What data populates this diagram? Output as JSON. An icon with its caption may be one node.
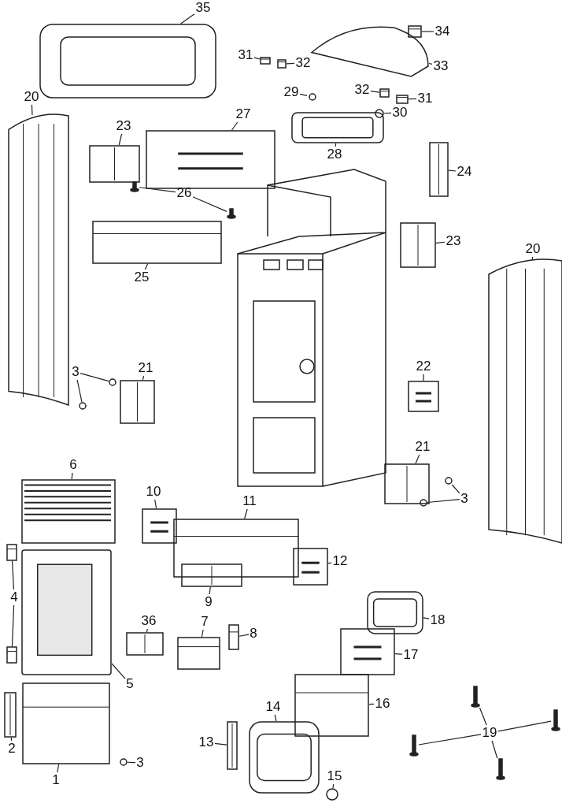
{
  "diagram": {
    "nodes": [
      {
        "text": [
          "35"
        ]
      },
      {
        "text": [],
        "shape": "picture"
      },
      {
        "text": [
          "34"
        ]
      },
      {
        "text": [],
        "shape": "picture"
      },
      {
        "text": [
          "31"
        ]
      },
      {
        "text": [],
        "shape": "picture"
      },
      {
        "text": [
          "32"
        ]
      },
      {
        "text": [],
        "shape": "picture"
      },
      {
        "text": [
          "33"
        ]
      },
      {
        "text": [],
        "shape": "picture"
      },
      {
        "text": [
          "29"
        ]
      },
      {
        "text": [],
        "shape": "circle"
      },
      {
        "text": [
          "32"
        ]
      },
      {
        "text": [],
        "shape": "picture"
      },
      {
        "text": [
          "31"
        ]
      },
      {
        "text": [],
        "shape": "picture"
      },
      {
        "text": [
          "30"
        ]
      },
      {
        "text": [],
        "shape": "circle"
      },
      {
        "text": [
          "20"
        ]
      },
      {
        "text": [],
        "shape": "picture"
      },
      {
        "text": [
          "23"
        ]
      },
      {
        "text": [],
        "shape": "picture"
      },
      {
        "text": [
          "27"
        ]
      },
      {
        "text": [],
        "shape": "picture"
      },
      {
        "text": [
          "28"
        ]
      },
      {
        "text": [],
        "shape": "picture"
      },
      {
        "text": [
          "24"
        ]
      },
      {
        "text": [],
        "shape": "picture"
      },
      {
        "text": [
          "26"
        ]
      },
      {
        "text": [],
        "shape": "picture"
      },
      {
        "text": [],
        "shape": "picture"
      },
      {
        "text": [
          "25"
        ]
      },
      {
        "text": [],
        "shape": "picture"
      },
      {
        "text": [
          "23"
        ]
      },
      {
        "text": [],
        "shape": "picture"
      },
      {
        "text": [
          "20"
        ]
      },
      {
        "text": [],
        "shape": "picture"
      },
      {
        "text": [
          "3"
        ]
      },
      {
        "text": [],
        "shape": "circle"
      },
      {
        "text": [],
        "shape": "circle"
      },
      {
        "text": [
          "21"
        ]
      },
      {
        "text": [],
        "shape": "picture"
      },
      {
        "text": [
          "22"
        ]
      },
      {
        "text": [],
        "shape": "picture"
      },
      {
        "text": [
          "6"
        ]
      },
      {
        "text": [],
        "shape": "picture"
      },
      {
        "text": [
          "21"
        ]
      },
      {
        "text": [],
        "shape": "picture"
      },
      {
        "text": [
          "3"
        ]
      },
      {
        "text": [],
        "shape": "circle"
      },
      {
        "text": [],
        "shape": "circle"
      },
      {
        "text": [
          "10"
        ]
      },
      {
        "text": [],
        "shape": "picture"
      },
      {
        "text": [
          "11"
        ]
      },
      {
        "text": [],
        "shape": "picture"
      },
      {
        "text": [
          "4"
        ]
      },
      {
        "text": [],
        "shape": "picture"
      },
      {
        "text": [],
        "shape": "picture"
      },
      {
        "text": [
          "12"
        ]
      },
      {
        "text": [],
        "shape": "picture"
      },
      {
        "text": [
          "9"
        ]
      },
      {
        "text": [],
        "shape": "picture"
      },
      {
        "text": [
          "18"
        ]
      },
      {
        "text": [],
        "shape": "picture"
      },
      {
        "text": [
          "36"
        ]
      },
      {
        "text": [],
        "shape": "picture"
      },
      {
        "text": [
          "7"
        ]
      },
      {
        "text": [],
        "shape": "picture"
      },
      {
        "text": [
          "8"
        ]
      },
      {
        "text": [],
        "shape": "picture"
      },
      {
        "text": [
          "5"
        ]
      },
      {
        "text": [],
        "shape": "picture"
      },
      {
        "text": [
          "17"
        ]
      },
      {
        "text": [],
        "shape": "picture"
      },
      {
        "text": [
          "16"
        ]
      },
      {
        "text": [],
        "shape": "picture"
      },
      {
        "text": [
          "2"
        ]
      },
      {
        "text": [],
        "shape": "picture"
      },
      {
        "text": [
          "14"
        ]
      },
      {
        "text": [],
        "shape": "picture"
      },
      {
        "text": [
          "13"
        ]
      },
      {
        "text": [],
        "shape": "picture"
      },
      {
        "text": [
          "19"
        ]
      },
      {
        "text": [],
        "shape": "picture"
      },
      {
        "text": [],
        "shape": "picture"
      },
      {
        "text": [],
        "shape": "picture"
      },
      {
        "text": [],
        "shape": "picture"
      },
      {
        "text": [
          "3"
        ]
      },
      {
        "text": [],
        "shape": "circle"
      },
      {
        "text": [
          "1"
        ]
      },
      {
        "text": [],
        "shape": "picture"
      },
      {
        "text": [
          "15"
        ]
      },
      {
        "text": [],
        "shape": "circle"
      }
    ],
    "edges": [
      {
        "from": 0,
        "to": 1,
        "arrow": "none"
      },
      {
        "from": 2,
        "to": 3,
        "arrow": "none"
      },
      {
        "from": 4,
        "to": 5,
        "arrow": "none"
      },
      {
        "from": 6,
        "to": 7,
        "arrow": "none"
      },
      {
        "from": 8,
        "to": 9,
        "arrow": "none"
      },
      {
        "from": 10,
        "to": 11,
        "arrow": "none"
      },
      {
        "from": 12,
        "to": 13,
        "arrow": "none"
      },
      {
        "from": 14,
        "to": 15,
        "arrow": "none"
      },
      {
        "from": 16,
        "to": 17,
        "arrow": "none"
      },
      {
        "from": 18,
        "to": 19,
        "arrow": "none"
      },
      {
        "from": 20,
        "to": 21,
        "arrow": "none"
      },
      {
        "from": 22,
        "to": 23,
        "arrow": "none"
      },
      {
        "from": 24,
        "to": 25,
        "arrow": "none"
      },
      {
        "from": 26,
        "to": 27,
        "arrow": "none"
      },
      {
        "from": 28,
        "to": 29,
        "arrow": "none"
      },
      {
        "from": 28,
        "to": 30,
        "arrow": "none"
      },
      {
        "from": 31,
        "to": 32,
        "arrow": "none"
      },
      {
        "from": 33,
        "to": 34,
        "arrow": "none"
      },
      {
        "from": 35,
        "to": 36,
        "arrow": "none"
      },
      {
        "from": 37,
        "to": 38,
        "arrow": "none"
      },
      {
        "from": 37,
        "to": 39,
        "arrow": "none"
      },
      {
        "from": 40,
        "to": 41,
        "arrow": "none"
      },
      {
        "from": 42,
        "to": 43,
        "arrow": "none"
      },
      {
        "from": 44,
        "to": 45,
        "arrow": "none"
      },
      {
        "from": 46,
        "to": 47,
        "arrow": "none"
      },
      {
        "from": 48,
        "to": 49,
        "arrow": "none"
      },
      {
        "from": 48,
        "to": 50,
        "arrow": "none"
      },
      {
        "from": 51,
        "to": 52,
        "arrow": "none"
      },
      {
        "from": 53,
        "to": 54,
        "arrow": "none"
      },
      {
        "from": 55,
        "to": 56,
        "arrow": "none"
      },
      {
        "from": 55,
        "to": 57,
        "arrow": "none"
      },
      {
        "from": 58,
        "to": 59,
        "arrow": "none"
      },
      {
        "from": 60,
        "to": 61,
        "arrow": "none"
      },
      {
        "from": 62,
        "to": 63,
        "arrow": "none"
      },
      {
        "from": 64,
        "to": 65,
        "arrow": "none"
      },
      {
        "from": 66,
        "to": 67,
        "arrow": "none"
      },
      {
        "from": 68,
        "to": 69,
        "arrow": "none"
      },
      {
        "from": 70,
        "to": 71,
        "arrow": "none"
      },
      {
        "from": 72,
        "to": 73,
        "arrow": "none"
      },
      {
        "from": 74,
        "to": 75,
        "arrow": "none"
      },
      {
        "from": 76,
        "to": 77,
        "arrow": "none"
      },
      {
        "from": 78,
        "to": 79,
        "arrow": "none"
      },
      {
        "from": 80,
        "to": 81,
        "arrow": "none"
      },
      {
        "from": 82,
        "to": 83,
        "arrow": "none"
      },
      {
        "from": 82,
        "to": 84,
        "arrow": "none"
      },
      {
        "from": 82,
        "to": 85,
        "arrow": "none"
      },
      {
        "from": 82,
        "to": 86,
        "arrow": "none"
      },
      {
        "from": 87,
        "to": 88,
        "arrow": "none"
      },
      {
        "from": 89,
        "to": 90,
        "arrow": "none"
      },
      {
        "from": 91,
        "to": 92,
        "arrow": "none"
      }
    ]
  }
}
